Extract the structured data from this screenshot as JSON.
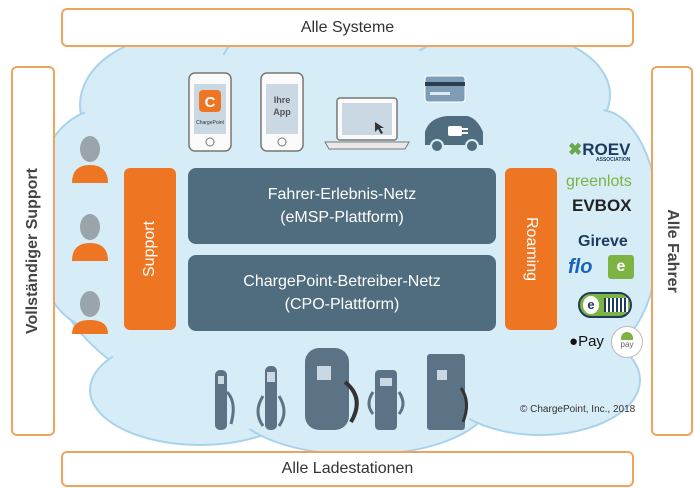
{
  "frames": {
    "top": "Alle Systeme",
    "bottom": "Alle Ladestationen",
    "left": "Vollständiger Support",
    "right": "Alle Fahrer"
  },
  "panels": {
    "driver_network_line1": "Fahrer-Erlebnis-Netz",
    "driver_network_line2": "(eMSP-Plattform)",
    "operator_network_line1": "ChargePoint-Betreiber-Netz",
    "operator_network_line2": "(CPO-Plattform)"
  },
  "side_bars": {
    "support": "Support",
    "roaming": "Roaming"
  },
  "devices": {
    "app_brand": "ChargePoint",
    "your_app_line1": "Ihre",
    "your_app_line2": "App"
  },
  "partners": {
    "roev": "ROEV",
    "roev_sub": "ASSOCIATION",
    "greenlots": "greenlots",
    "evbox": "EVBOX",
    "gireve": "Gireve",
    "flo": "flo",
    "apple_pay": "Pay",
    "android_pay": "pay"
  },
  "copyright": "© ChargePoint, Inc., 2018",
  "colors": {
    "accent_orange": "#ee7623",
    "panel_blue": "#4f6d7f",
    "cloud_fill": "#d6ecf7",
    "frame_border": "#f0a35c"
  }
}
